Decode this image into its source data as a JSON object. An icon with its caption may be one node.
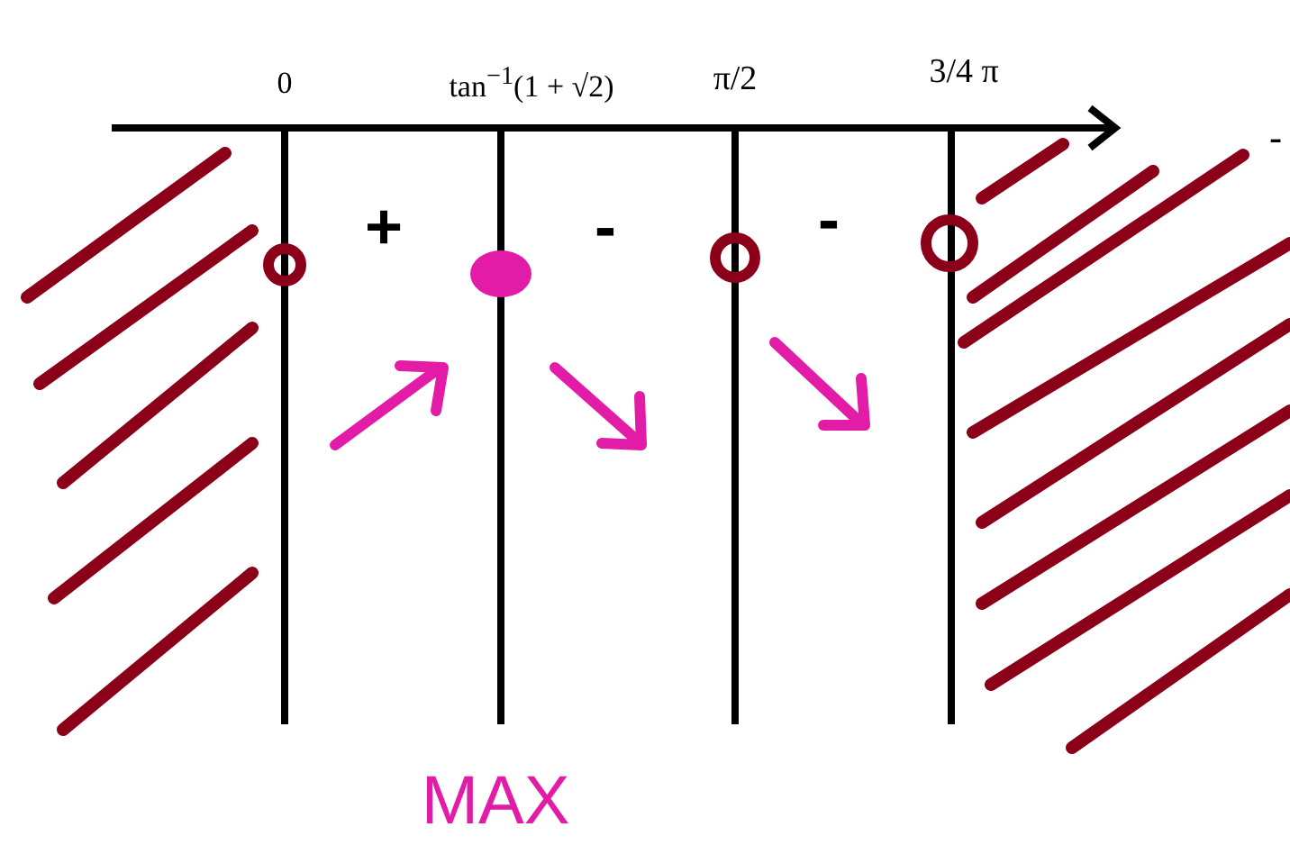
{
  "diagram": {
    "labels": [
      "0",
      "tan$^{−1}$(1 + √2)",
      "π/2",
      "3/4 π",
      "-",
      "+",
      "-",
      "-",
      "MAX"
    ]
  }
}
